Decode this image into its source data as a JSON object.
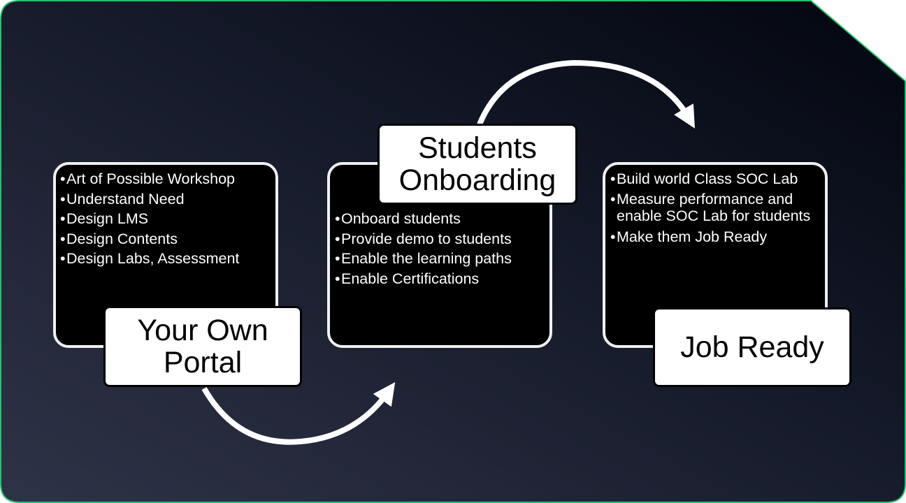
{
  "colors": {
    "background_start": "#2c3045",
    "background_end": "#050814",
    "border_accent": "#23c26b",
    "box_fill": "#000000",
    "box_border": "#f0f0f0",
    "label_fill": "#ffffff",
    "arrow": "#ffffff"
  },
  "stages": [
    {
      "title": "Your Own\nPortal",
      "bullets": [
        "Art of Possible Workshop",
        "Understand Need",
        "Design LMS",
        "Design Contents",
        "Design Labs, Assessment"
      ]
    },
    {
      "title": "Students\nOnboarding",
      "bullets": [
        "Onboard students",
        "Provide demo to students",
        "Enable the learning paths",
        "Enable Certifications"
      ]
    },
    {
      "title": "Job Ready",
      "bullets": [
        "Build world Class SOC Lab",
        "Measure performance and enable SOC Lab for students",
        "Make them Job Ready"
      ]
    }
  ],
  "connectors": [
    {
      "from": "Your Own\nPortal",
      "to": "Students\nOnboarding",
      "icon": "curved-arrow-icon"
    },
    {
      "from": "Students\nOnboarding",
      "to": "Job Ready",
      "icon": "curved-arrow-icon"
    }
  ]
}
